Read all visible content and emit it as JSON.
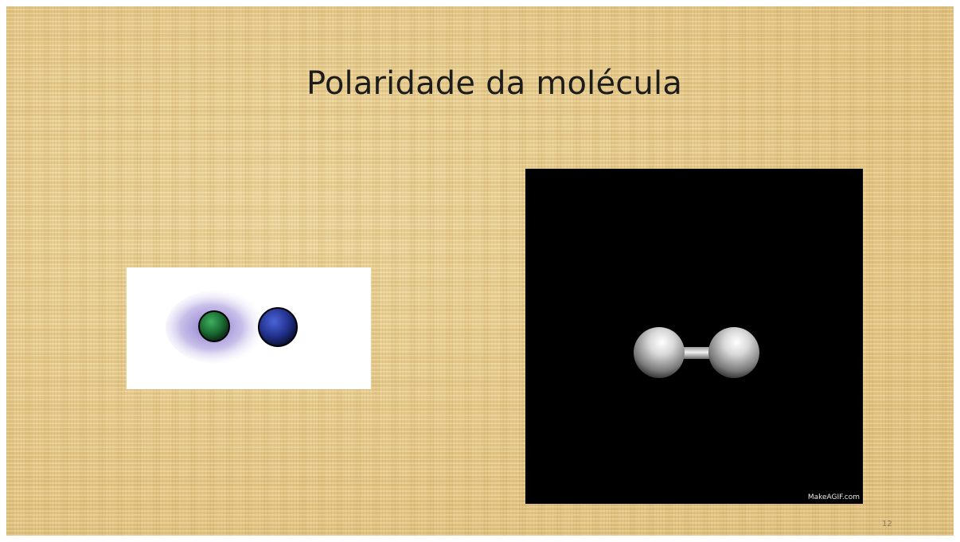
{
  "slide": {
    "title": "Polaridade da molécula",
    "page_number": "12",
    "background_color": "#e9cf93"
  },
  "left_image": {
    "description_icon": "electron-cloud-polar-molecule-icon",
    "background_color": "#ffffff",
    "atom_colors": [
      "#1f7a3a",
      "#25339a"
    ],
    "cloud_color": "#7a6ac8"
  },
  "right_image": {
    "description_icon": "diatomic-molecule-ball-and-stick-icon",
    "background_color": "#000000",
    "watermark": "MakeAGIF.com"
  }
}
